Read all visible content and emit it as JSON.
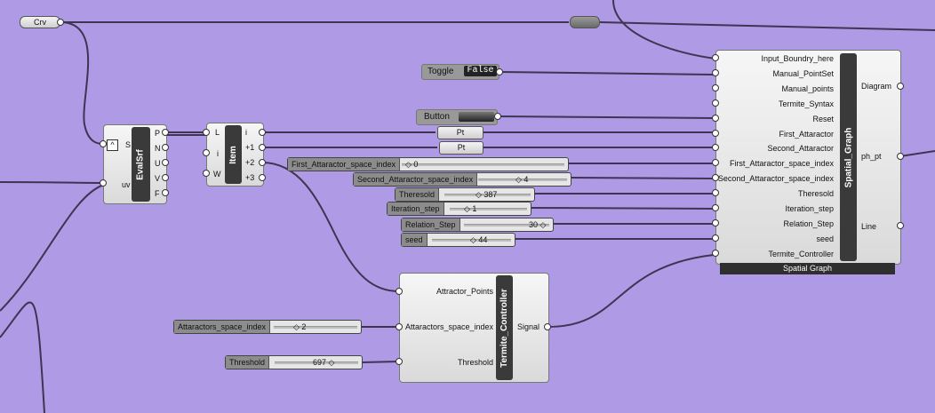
{
  "crv": {
    "label": "Crv"
  },
  "toggle": {
    "label": "Toggle",
    "value": "False"
  },
  "button": {
    "label": "Button"
  },
  "pt1": {
    "label": "Pt"
  },
  "pt2": {
    "label": "Pt"
  },
  "evalsrf": {
    "title": "EvalSrf",
    "inputs": [
      "S",
      "uv"
    ],
    "outputs": [
      "P",
      "N",
      "U",
      "V",
      "F"
    ]
  },
  "item": {
    "title": "Item",
    "inputs": [
      "L",
      "i",
      "W"
    ],
    "outputs": [
      "i",
      "+1",
      "+2",
      "+3"
    ]
  },
  "sliders": {
    "first_attr": {
      "name": "First_Attaractor_space_index",
      "value": "0"
    },
    "second_attr": {
      "name": "Second_Attaractor_space_index",
      "value": "4"
    },
    "theresold": {
      "name": "Theresold",
      "value": "387"
    },
    "iteration": {
      "name": "Iteration_step",
      "value": "1"
    },
    "relation": {
      "name": "Relation_Step",
      "value": "30"
    },
    "seed": {
      "name": "seed",
      "value": "44"
    },
    "attractors": {
      "name": "Attaractors_space_index",
      "value": "2"
    },
    "threshold": {
      "name": "Threshold",
      "value": "697"
    }
  },
  "spatial_graph": {
    "title": "Spatial_Graph",
    "caption": "Spatial Graph",
    "inputs": [
      "Input_Boundry_here",
      "Manual_PointSet",
      "Manual_points",
      "Termite_Syntax",
      "Reset",
      "First_Attaractor",
      "Second_Attaractor",
      "First_Attaractor_space_index",
      "Second_Attaractor_space_index",
      "Theresold",
      "Iteration_step",
      "Relation_Step",
      "seed",
      "Termite_Controller"
    ],
    "outputs": [
      "Diagram",
      "ph_pt",
      "Line"
    ]
  },
  "termite": {
    "title": "Termite_Controller",
    "inputs": [
      "Attractor_Points",
      "Attaractors_space_index",
      "Threshold"
    ],
    "outputs": [
      "Signal"
    ]
  },
  "colors": {
    "canvas": "#af9ae6",
    "wire": "#3e3552",
    "bar": "#3a3a3a"
  }
}
